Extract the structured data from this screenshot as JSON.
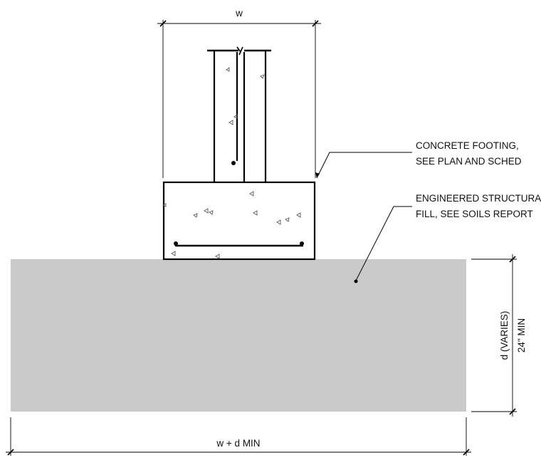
{
  "dimensions": {
    "footing_width": "w",
    "total_width": "w + d MIN",
    "depth_line1": "d (VARIES)",
    "depth_line2": "24\" MIN"
  },
  "callouts": {
    "concrete_line1": "CONCRETE FOOTING,",
    "concrete_line2": "SEE PLAN AND SCHED",
    "fill_line1": "ENGINEERED STRUCTURAL",
    "fill_line2": "FILL, SEE SOILS REPORT"
  }
}
